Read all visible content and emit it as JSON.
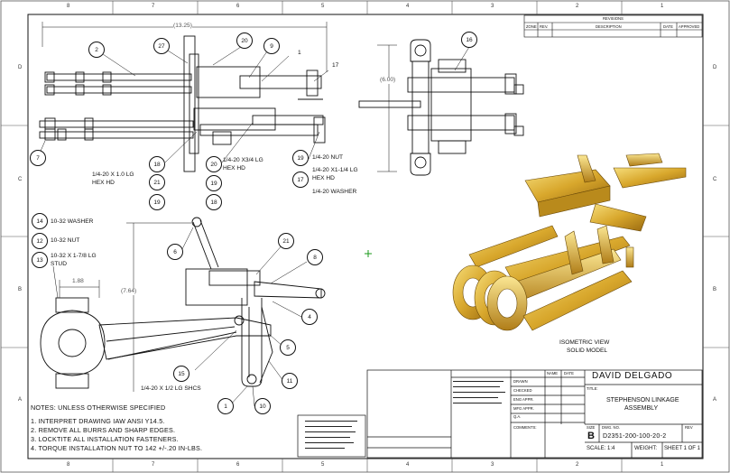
{
  "title_block": {
    "company": "DAVID DELGADO",
    "title_label": "TITLE:",
    "title_line1": "STEPHENSON LINKAGE",
    "title_line2": "ASSEMBLY",
    "size_label": "SIZE",
    "size": "B",
    "dwg_no_label": "DWG. NO.",
    "dwg_no": "D2351-200-100-20-2",
    "rev_label": "REV",
    "scale": "SCALE: 1:4",
    "weight": "WEIGHT:",
    "sheet": "SHEET 1 OF 1",
    "rows": [
      "DRAWN",
      "CHECKED",
      "ENG APPR.",
      "MFG APPR.",
      "Q.A.",
      "COMMENTS:"
    ],
    "name_col": "NAME",
    "date_col": "DATE"
  },
  "revisions": {
    "header": "REVISIONS",
    "cols": [
      "ZONE",
      "REV.",
      "DESCRIPTION",
      "DATE",
      "APPROVED"
    ]
  },
  "dims": {
    "top_width": "(13.25)",
    "right_height": "(6.00)",
    "left_height": "(7.64)",
    "small_width": "1.88"
  },
  "callouts": {
    "c1": "1/4-20 X 1.0 LG",
    "c1b": "HEX HD",
    "c2": "1/4-20 X3/4 LG",
    "c2b": "HEX HD",
    "c3": "1/4-20 NUT",
    "c4": "1/4-20 X1-1/4 LG",
    "c4b": "HEX HD",
    "c5": "1/4-20 WASHER",
    "c6": "10-32 WASHER",
    "c7": "10-32 NUT",
    "c8": "10-32 X 1-7/8 LG",
    "c8b": "STUD",
    "c9": "1/4-20 X 1/2 LG SHCS"
  },
  "notes": {
    "header": "NOTES: UNLESS OTHERWISE SPECIFIED",
    "items": [
      "1. INTERPRET DRAWING IAW ANSI Y14.5.",
      "2. REMOVE ALL BURRS AND SHARP EDGES.",
      "3. LOCKTITE ALL INSTALLATION FASTENERS.",
      "4. TORQUE INSTALLATION NUT TO 142 +/-.20 IN-LBS."
    ]
  },
  "iso_label": {
    "line1": "ISOMETRIC VIEW",
    "line2": "SOLID MODEL"
  },
  "balloons": {
    "top": [
      "2",
      "27",
      "20",
      "9",
      "1",
      "17",
      "7",
      "18",
      "21",
      "19",
      "20",
      "19",
      "18",
      "17",
      "19",
      "16"
    ],
    "bottom": [
      "14",
      "12",
      "13",
      "6",
      "21",
      "8",
      "4",
      "5",
      "15",
      "11",
      "1",
      "10"
    ]
  },
  "zones": {
    "cols": [
      "8",
      "7",
      "6",
      "5",
      "4",
      "3",
      "2",
      "1"
    ],
    "rows": [
      "D",
      "C",
      "B",
      "A"
    ]
  }
}
